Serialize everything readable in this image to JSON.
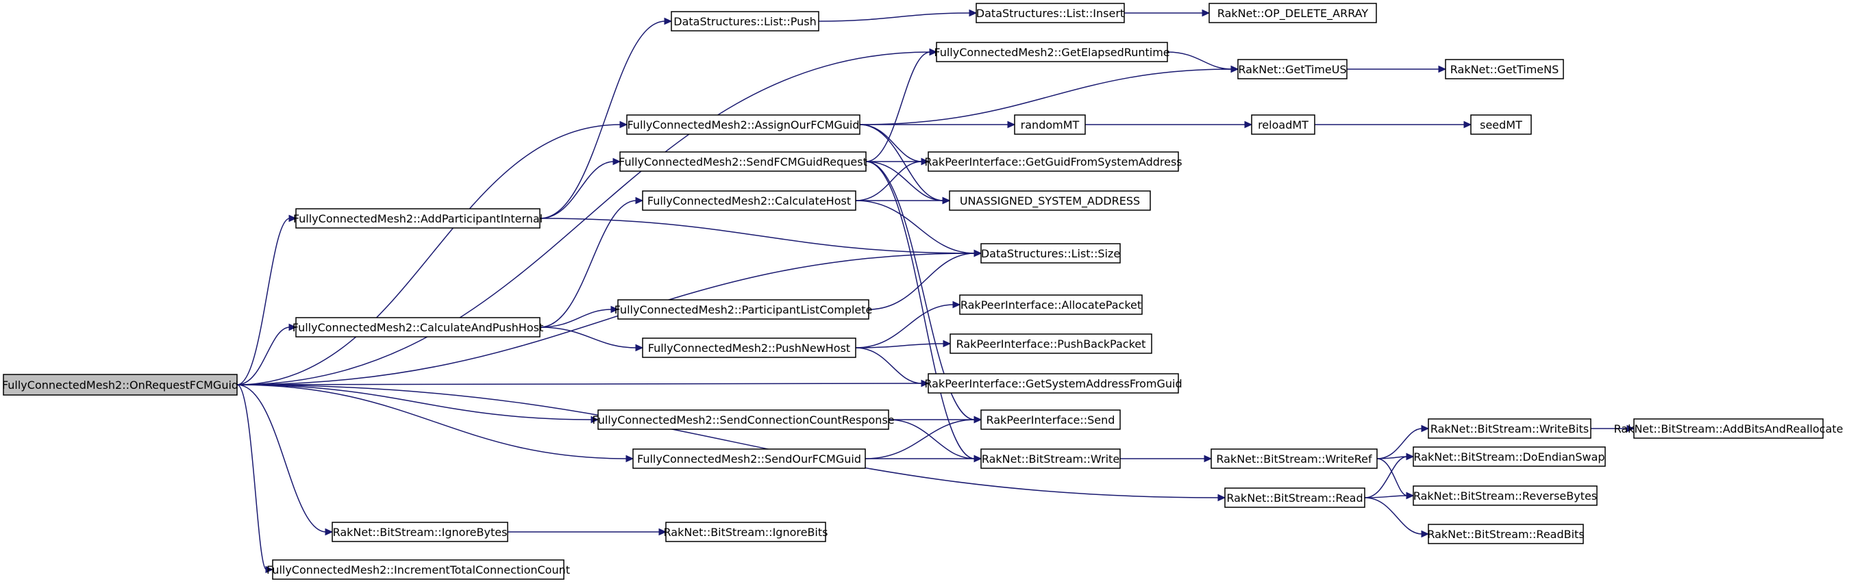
{
  "colors": {
    "edge": "#191970",
    "root_fill": "#bfbfbf",
    "node_fill": "#ffffff",
    "node_border": "#000000"
  },
  "root": "onrequest",
  "nodes": [
    {
      "id": "onrequest",
      "label": "FullyConnectedMesh2::OnRequestFCMGuid"
    },
    {
      "id": "push",
      "label": "DataStructures::List::Push"
    },
    {
      "id": "insert",
      "label": "DataStructures::List::Insert"
    },
    {
      "id": "opdelete",
      "label": "RakNet::OP_DELETE_ARRAY"
    },
    {
      "id": "elapsed",
      "label": "FullyConnectedMesh2::GetElapsedRuntime"
    },
    {
      "id": "timeus",
      "label": "RakNet::GetTimeUS"
    },
    {
      "id": "timens",
      "label": "RakNet::GetTimeNS"
    },
    {
      "id": "assign",
      "label": "FullyConnectedMesh2::AssignOurFCMGuid"
    },
    {
      "id": "randommt",
      "label": "randomMT"
    },
    {
      "id": "reloadmt",
      "label": "reloadMT"
    },
    {
      "id": "seedmt",
      "label": "seedMT"
    },
    {
      "id": "sendreq",
      "label": "FullyConnectedMesh2::SendFCMGuidRequest"
    },
    {
      "id": "guidfrom",
      "label": "RakPeerInterface::GetGuidFromSystemAddress"
    },
    {
      "id": "calchost",
      "label": "FullyConnectedMesh2::CalculateHost"
    },
    {
      "id": "unassigned",
      "label": "UNASSIGNED_SYSTEM_ADDRESS"
    },
    {
      "id": "addpart",
      "label": "FullyConnectedMesh2::AddParticipantInternal"
    },
    {
      "id": "size",
      "label": "DataStructures::List::Size"
    },
    {
      "id": "partcomplete",
      "label": "FullyConnectedMesh2::ParticipantListComplete"
    },
    {
      "id": "calcpush",
      "label": "FullyConnectedMesh2::CalculateAndPushHost"
    },
    {
      "id": "allocpacket",
      "label": "RakPeerInterface::AllocatePacket"
    },
    {
      "id": "pushnewhost",
      "label": "FullyConnectedMesh2::PushNewHost"
    },
    {
      "id": "pushback",
      "label": "RakPeerInterface::PushBackPacket"
    },
    {
      "id": "sysaddr",
      "label": "RakPeerInterface::GetSystemAddressFromGuid"
    },
    {
      "id": "sendconn",
      "label": "FullyConnectedMesh2::SendConnectionCountResponse"
    },
    {
      "id": "rpsend",
      "label": "RakPeerInterface::Send"
    },
    {
      "id": "sendour",
      "label": "FullyConnectedMesh2::SendOurFCMGuid"
    },
    {
      "id": "bswrite",
      "label": "RakNet::BitStream::Write"
    },
    {
      "id": "writeref",
      "label": "RakNet::BitStream::WriteRef"
    },
    {
      "id": "writebits",
      "label": "RakNet::BitStream::WriteBits"
    },
    {
      "id": "addbits",
      "label": "RakNet::BitStream::AddBitsAndReallocate"
    },
    {
      "id": "endian",
      "label": "RakNet::BitStream::DoEndianSwap"
    },
    {
      "id": "bsread",
      "label": "RakNet::BitStream::Read"
    },
    {
      "id": "reverse",
      "label": "RakNet::BitStream::ReverseBytes"
    },
    {
      "id": "readbits",
      "label": "RakNet::BitStream::ReadBits"
    },
    {
      "id": "ignorebytes",
      "label": "RakNet::BitStream::IgnoreBytes"
    },
    {
      "id": "ignorebits",
      "label": "RakNet::BitStream::IgnoreBits"
    },
    {
      "id": "increment",
      "label": "FullyConnectedMesh2::IncrementTotalConnectionCount"
    }
  ],
  "edges": [
    {
      "from": "onrequest",
      "to": "elapsed"
    },
    {
      "from": "onrequest",
      "to": "assign"
    },
    {
      "from": "onrequest",
      "to": "addpart"
    },
    {
      "from": "onrequest",
      "to": "size"
    },
    {
      "from": "onrequest",
      "to": "calcpush"
    },
    {
      "from": "onrequest",
      "to": "sysaddr"
    },
    {
      "from": "onrequest",
      "to": "sendconn"
    },
    {
      "from": "onrequest",
      "to": "sendour"
    },
    {
      "from": "onrequest",
      "to": "bsread"
    },
    {
      "from": "onrequest",
      "to": "ignorebytes"
    },
    {
      "from": "onrequest",
      "to": "increment"
    },
    {
      "from": "push",
      "to": "insert"
    },
    {
      "from": "insert",
      "to": "opdelete"
    },
    {
      "from": "elapsed",
      "to": "timeus"
    },
    {
      "from": "timeus",
      "to": "timens"
    },
    {
      "from": "assign",
      "to": "timeus"
    },
    {
      "from": "assign",
      "to": "randommt"
    },
    {
      "from": "assign",
      "to": "guidfrom"
    },
    {
      "from": "assign",
      "to": "unassigned"
    },
    {
      "from": "randommt",
      "to": "reloadmt"
    },
    {
      "from": "reloadmt",
      "to": "seedmt"
    },
    {
      "from": "sendreq",
      "to": "elapsed"
    },
    {
      "from": "sendreq",
      "to": "guidfrom"
    },
    {
      "from": "sendreq",
      "to": "unassigned"
    },
    {
      "from": "sendreq",
      "to": "rpsend"
    },
    {
      "from": "sendreq",
      "to": "bswrite"
    },
    {
      "from": "calchost",
      "to": "guidfrom"
    },
    {
      "from": "calchost",
      "to": "unassigned"
    },
    {
      "from": "calchost",
      "to": "size"
    },
    {
      "from": "addpart",
      "to": "push"
    },
    {
      "from": "addpart",
      "to": "size"
    },
    {
      "from": "addpart",
      "to": "sendreq"
    },
    {
      "from": "calcpush",
      "to": "calchost"
    },
    {
      "from": "calcpush",
      "to": "partcomplete"
    },
    {
      "from": "calcpush",
      "to": "pushnewhost"
    },
    {
      "from": "partcomplete",
      "to": "size"
    },
    {
      "from": "pushnewhost",
      "to": "allocpacket"
    },
    {
      "from": "pushnewhost",
      "to": "pushback"
    },
    {
      "from": "pushnewhost",
      "to": "sysaddr"
    },
    {
      "from": "sendconn",
      "to": "rpsend"
    },
    {
      "from": "sendconn",
      "to": "bswrite"
    },
    {
      "from": "sendour",
      "to": "rpsend"
    },
    {
      "from": "sendour",
      "to": "bswrite"
    },
    {
      "from": "bswrite",
      "to": "writeref"
    },
    {
      "from": "writeref",
      "to": "writebits"
    },
    {
      "from": "writeref",
      "to": "endian"
    },
    {
      "from": "writeref",
      "to": "reverse"
    },
    {
      "from": "writebits",
      "to": "addbits"
    },
    {
      "from": "bsread",
      "to": "endian"
    },
    {
      "from": "bsread",
      "to": "reverse"
    },
    {
      "from": "bsread",
      "to": "readbits"
    },
    {
      "from": "ignorebytes",
      "to": "ignorebits"
    }
  ]
}
